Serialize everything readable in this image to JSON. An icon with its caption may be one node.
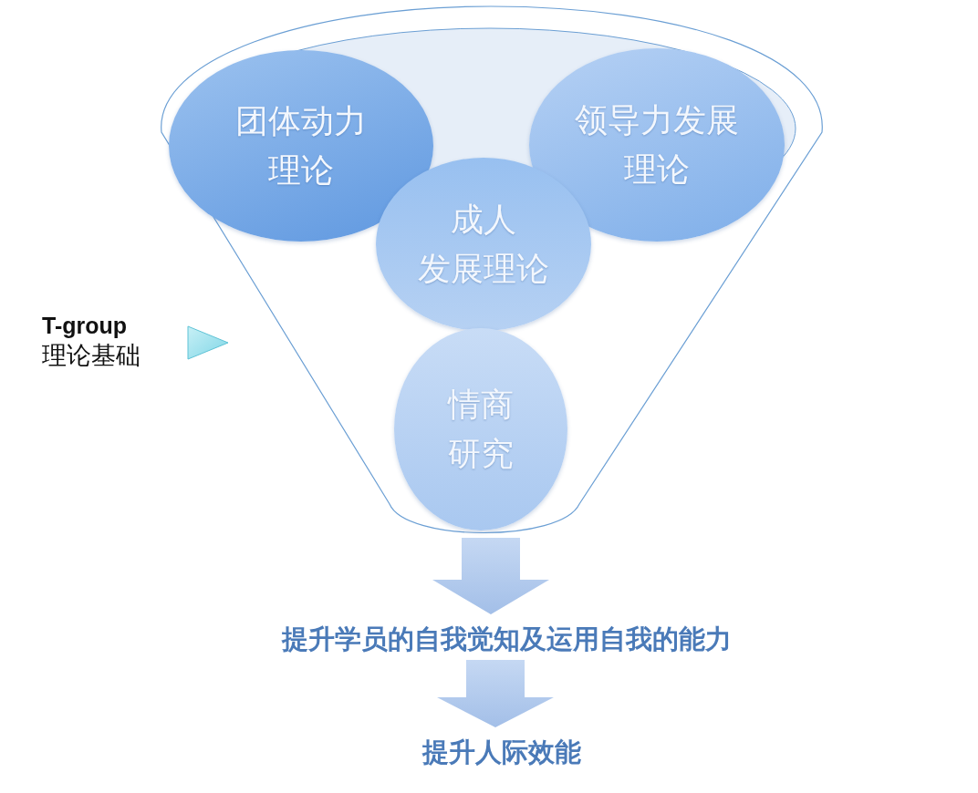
{
  "diagram": {
    "nodes": [
      {
        "text": [],
        "shape": "funnel"
      },
      {
        "text": [
          "团体动力理论"
        ],
        "in": 0
      },
      {
        "text": [
          "领导力发展理论"
        ],
        "in": 0
      },
      {
        "text": [
          "成人发展理论"
        ],
        "in": 0
      },
      {
        "text": [
          "情商研究"
        ],
        "in": 0
      },
      {
        "text": [
          "T-group",
          "理论基础"
        ]
      },
      {
        "text": [
          "提升学员的自我觉知及运用自我的能力"
        ]
      },
      {
        "text": [
          "提升人际效能"
        ]
      }
    ],
    "edges": [
      {
        "from": 5,
        "to": 0,
        "arrow": "to"
      },
      {
        "from": 0,
        "to": 6,
        "arrow": "to"
      },
      {
        "from": 6,
        "to": 7,
        "arrow": "to"
      }
    ]
  }
}
